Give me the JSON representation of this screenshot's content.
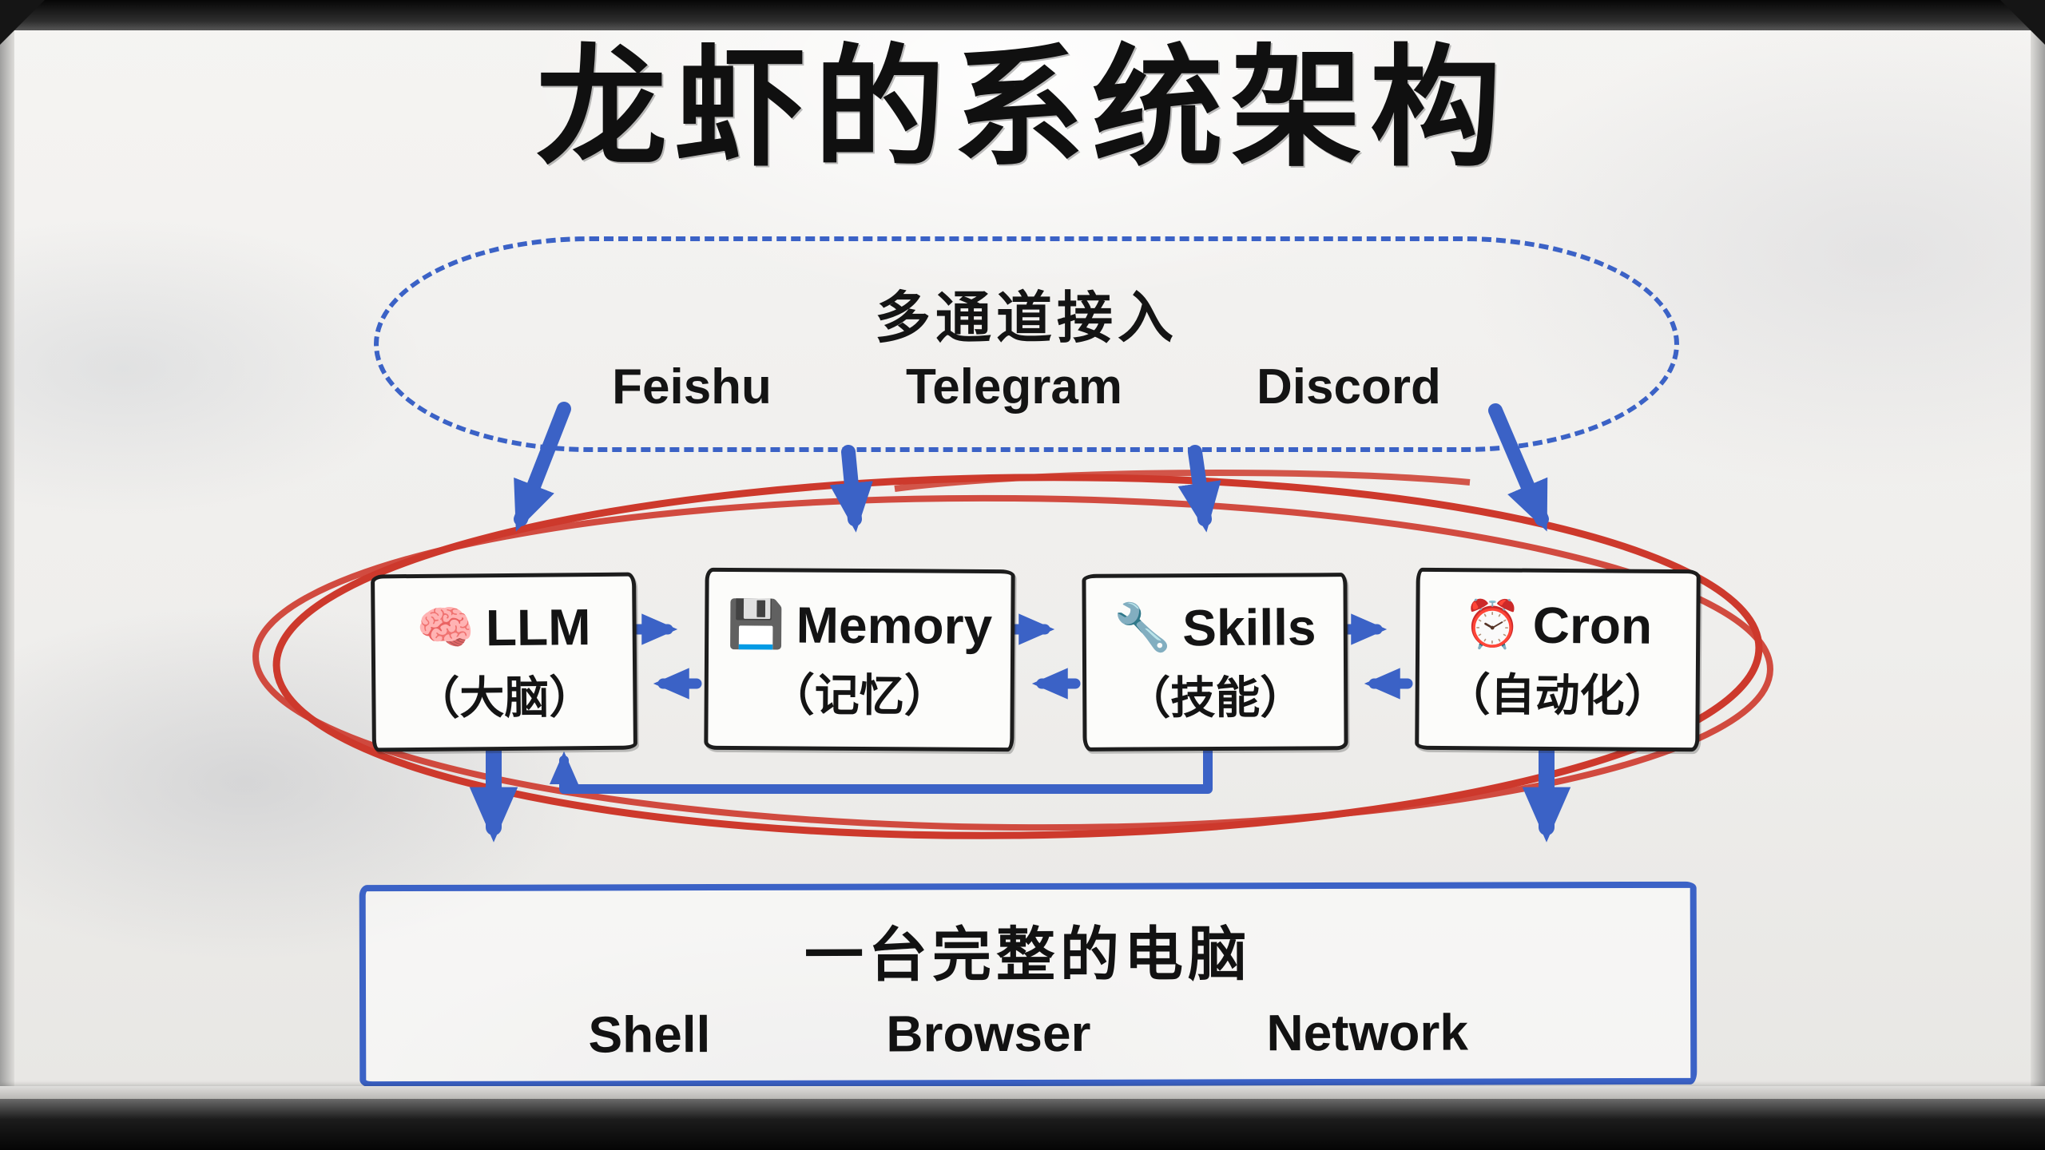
{
  "title": "龙虾的系统架构",
  "cloud": {
    "label": "多通道接入",
    "channels": [
      "Feishu",
      "Telegram",
      "Discord"
    ]
  },
  "modules": [
    {
      "icon": "🧠",
      "icon_name": "brain-icon",
      "name": "LLM",
      "subtitle": "（大脑）"
    },
    {
      "icon": "💾",
      "icon_name": "floppy-disk-icon",
      "name": "Memory",
      "subtitle": "（记忆）"
    },
    {
      "icon": "🔧",
      "icon_name": "wrench-icon",
      "name": "Skills",
      "subtitle": "（技能）"
    },
    {
      "icon": "⏰",
      "icon_name": "alarm-clock-icon",
      "name": "Cron",
      "subtitle": "（自动化）"
    }
  ],
  "computer": {
    "label": "一台完整的电脑",
    "components": [
      "Shell",
      "Browser",
      "Network"
    ]
  },
  "colors": {
    "arrow_blue": "#3b62c6",
    "highlight_red": "#cd392c",
    "box_border": "#1d1d1d"
  }
}
